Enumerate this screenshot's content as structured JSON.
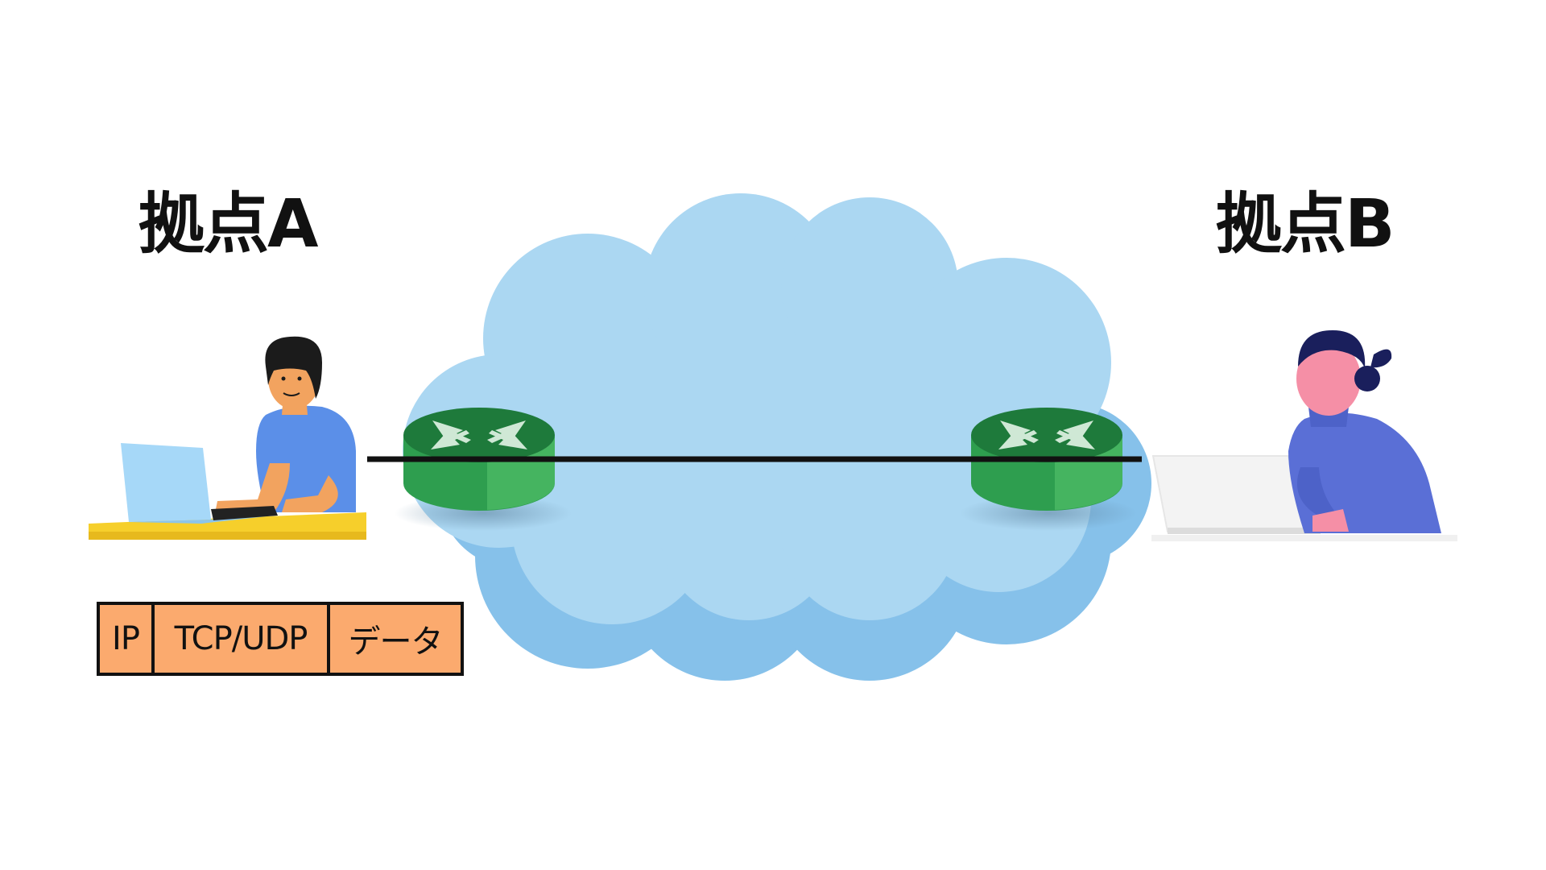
{
  "labels": {
    "site_a": "拠点A",
    "site_b": "拠点B"
  },
  "packet": {
    "ip": "IP",
    "transport": "TCP/UDP",
    "data": "データ"
  },
  "colors": {
    "cloud_light": "#abd7f2",
    "cloud_dark": "#86c1ea",
    "router_green": "#2e9e4f",
    "router_dark": "#1e7a3b",
    "router_light": "#55c36c",
    "link_line": "#111111",
    "packet_fill": "#fbaa6e",
    "man_shirt": "#5b8fe8",
    "woman_shirt": "#5a6fd6",
    "woman_hair": "#1a1f5c",
    "skin_pink": "#f58fa6",
    "desk_yellow": "#f6cf2b",
    "laptop_blue": "#a6d8f8"
  },
  "icons": {
    "left_person": "person-at-laptop-icon",
    "right_person": "person-at-laptop-icon",
    "router_left": "router-icon",
    "router_right": "router-icon",
    "network": "cloud-icon"
  }
}
